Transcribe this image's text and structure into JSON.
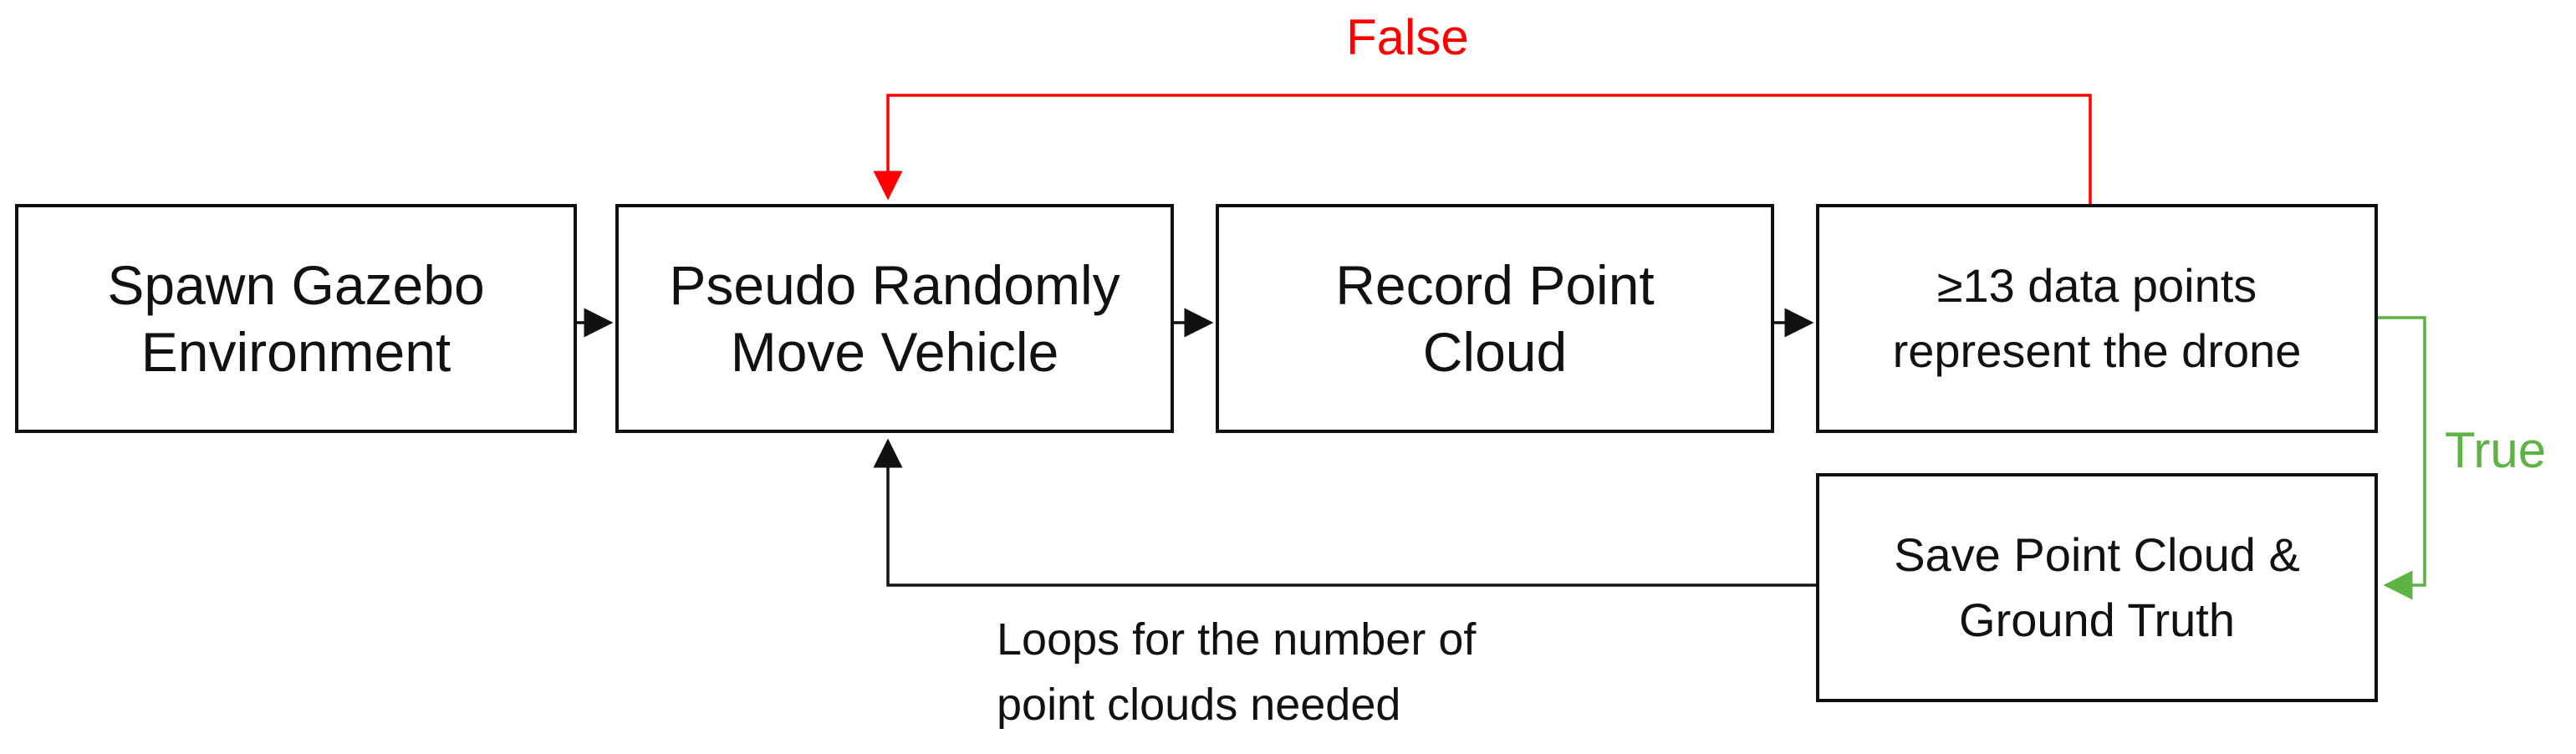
{
  "nodes": {
    "spawn": "Spawn Gazebo\nEnvironment",
    "move": "Pseudo Randomly\nMove Vehicle",
    "record": "Record Point\nCloud",
    "check": "≥13 data points\nrepresent the drone",
    "save": "Save Point Cloud &\nGround Truth"
  },
  "edges": {
    "false_label": "False",
    "true_label": "True",
    "loop_label": "Loops for the number of\npoint clouds needed"
  },
  "colors": {
    "false_edge": "#ff0000",
    "true_edge": "#5db343",
    "default_edge": "#111111"
  }
}
